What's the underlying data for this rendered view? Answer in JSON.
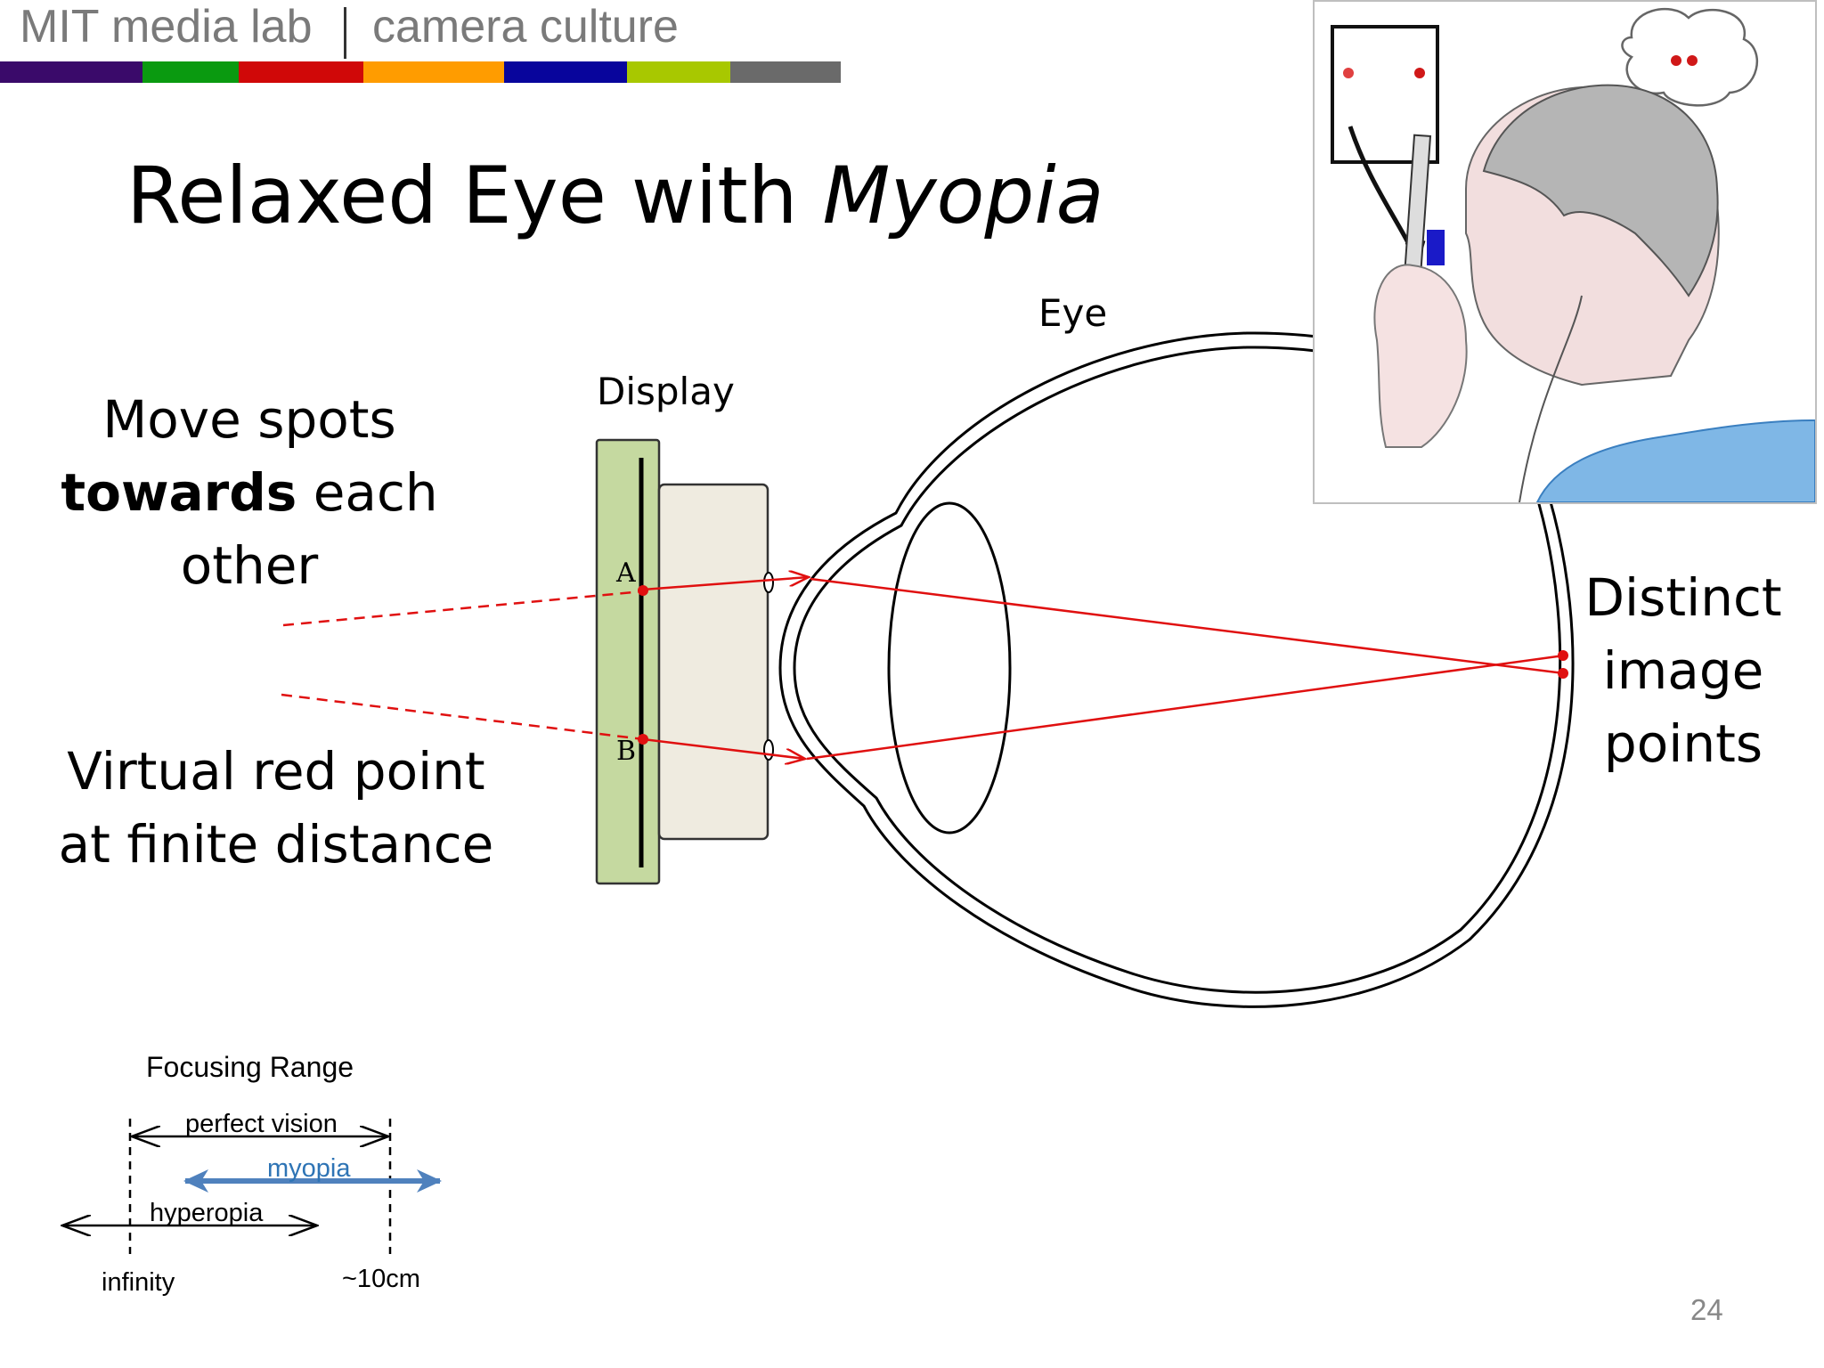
{
  "header": {
    "org": "MIT media lab",
    "group": "camera culture",
    "colors": [
      "#3a0a6a",
      "#0a9a10",
      "#d00808",
      "#ff9c00",
      "#08059c",
      "#a8c800",
      "#6a6a6a"
    ]
  },
  "slide": {
    "title_plain": "Relaxed Eye with ",
    "title_italic": "Myopia",
    "page_number": "24"
  },
  "captions": {
    "left_top": [
      "Move spots",
      "towards",
      " each",
      "other"
    ],
    "left_bottom": [
      "Virtual red point",
      "at finite distance"
    ],
    "right": [
      "Distinct",
      "image",
      "points"
    ]
  },
  "diagram": {
    "display_label": "Display",
    "eye_label": "Eye",
    "point_a": "A",
    "point_b": "B",
    "ray_color": "#e01010",
    "display_color": "#c5d9a0",
    "lens_panel_color": "#efebe0"
  },
  "focusing_range": {
    "title": "Focusing Range",
    "perfect_vision": "perfect vision",
    "myopia": "myopia",
    "hyperopia": "hyperopia",
    "near_label": "~10cm",
    "far_label": "infinity",
    "myopia_color": "#4f81bd"
  },
  "inset": {
    "description_icons": [
      "phone-viewer-icon",
      "thought-bubble-icon",
      "person-icon"
    ]
  }
}
